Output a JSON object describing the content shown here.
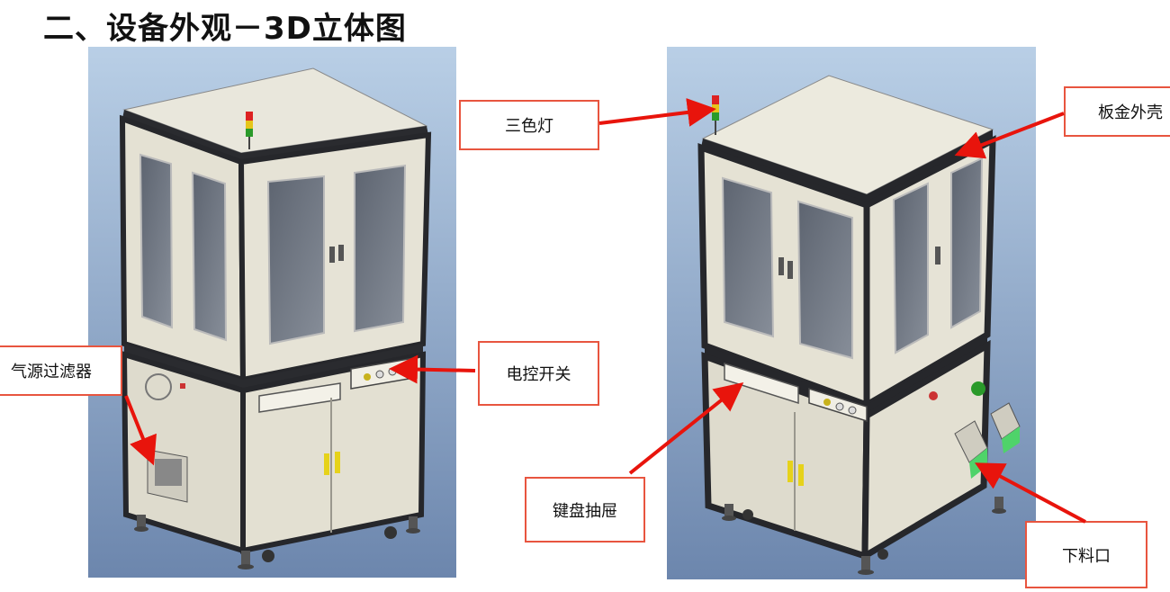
{
  "title": "二、设备外观－3D立体图",
  "labels": {
    "tricolor_light": "三色灯",
    "sheet_metal_shell": "板金外壳",
    "air_filter": "气源过滤器",
    "electric_switch": "电控开关",
    "keyboard_drawer": "键盘抽屉",
    "discharge_port": "下料口"
  },
  "colors": {
    "callout_border": "#e8553f",
    "arrow": "#e8140c",
    "cabinet_panel": "#e6e3d6",
    "frame": "#26272b",
    "background_top": "#b9cfe6",
    "background_bottom": "#6c86ad"
  }
}
